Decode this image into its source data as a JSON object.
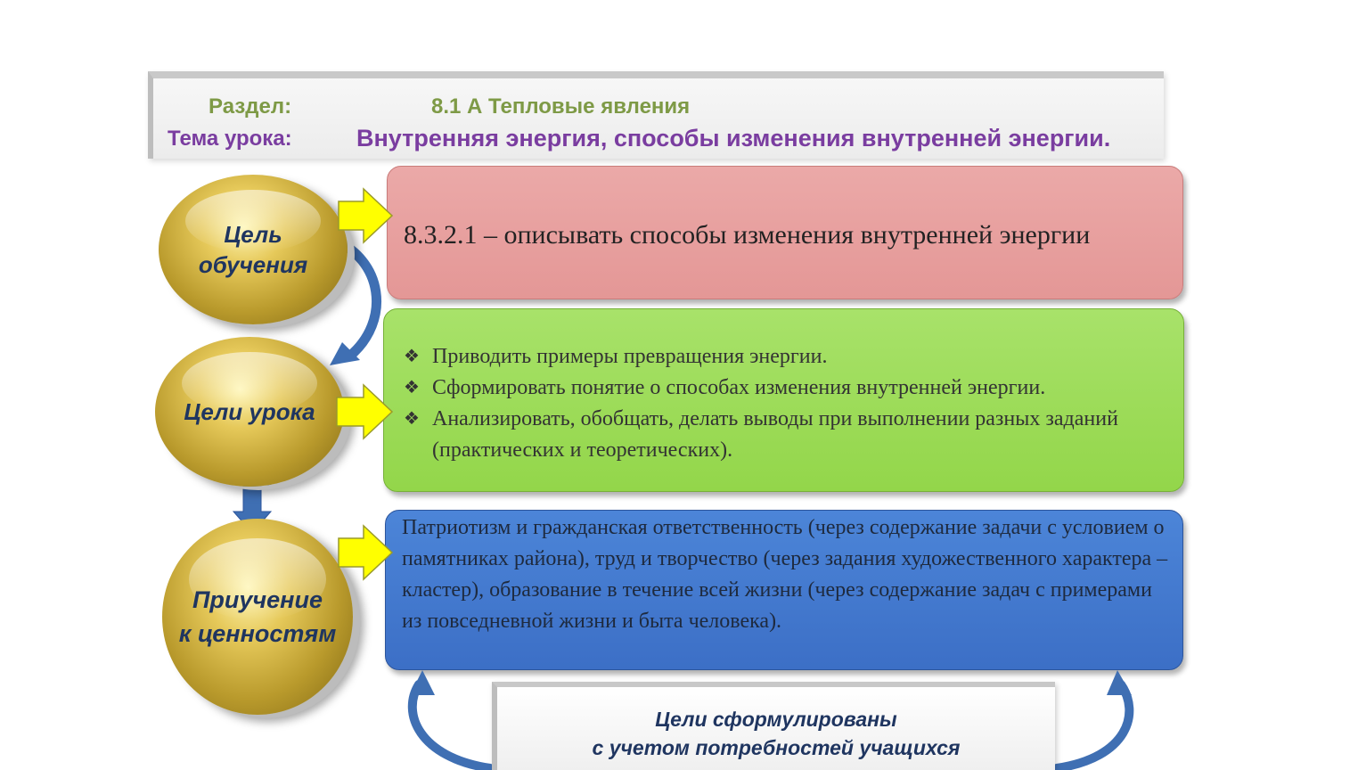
{
  "header": {
    "section_label": "Раздел:",
    "section_value": "8.1 А Тепловые явления",
    "topic_label": "Тема урока:",
    "topic_value": "Внутренняя энергия, способы изменения внутренней энергии."
  },
  "circles": {
    "learning_goal": [
      "Цель",
      "обучения"
    ],
    "lesson_goals": "Цели урока",
    "values": [
      "Приучение",
      "к ценностям"
    ]
  },
  "learning_goal_text": "8.3.2.1 – описывать способы  изменения внутренней энергии",
  "lesson_goals_list": [
    "Приводить примеры превращения энергии.",
    "Сформировать понятие о способах изменения внутренней энергии.",
    "Анализировать, обобщать, делать выводы при выполнении разных заданий (практических и теоретических)."
  ],
  "bullet_glyph": "❖",
  "values_text": "Патриотизм и гражданская ответственность (через содержание  задачи с условием о памятниках  района), труд и творчество (через задания художественного характера – кластер), образование в течение всей жизни (через содержание задач с примерами из повседневной жизни и быта человека).",
  "bottom_box": {
    "line1": "Цели сформулированы",
    "line2": "с учетом потребностей учащихся"
  },
  "colors": {
    "pink_box": "#e49796",
    "green_box": "#93d64a",
    "blue_box": "#3c6fc6",
    "arrow_yellow": "#ffff00",
    "arrow_blue": "#3f6fb3",
    "gold": "#b99a2c"
  }
}
